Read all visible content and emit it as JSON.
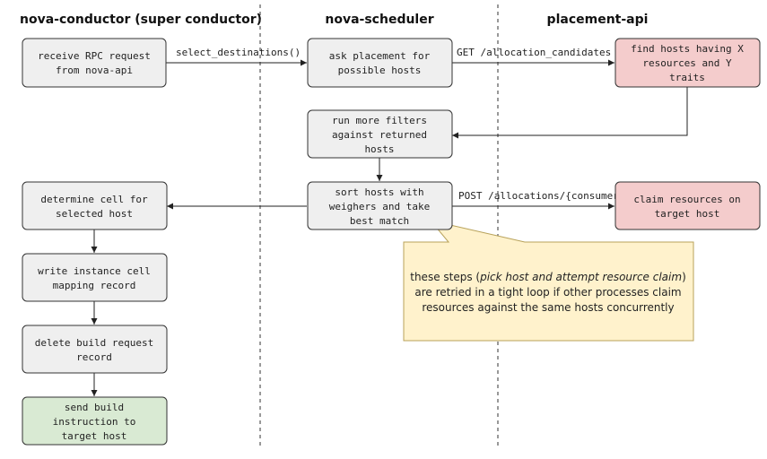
{
  "lanes": {
    "conductor": "nova-conductor (super conductor)",
    "scheduler": "nova-scheduler",
    "placement": "placement-api"
  },
  "nodes": {
    "receive_rpc": [
      "receive RPC request",
      "from nova-api"
    ],
    "ask_placement": [
      "ask placement for",
      "possible hosts"
    ],
    "find_hosts": [
      "find hosts having X",
      "resources and Y",
      "traits"
    ],
    "run_filters": [
      "run more filters",
      "against returned",
      "hosts"
    ],
    "sort_hosts": [
      "sort hosts with",
      "weighers and take",
      "best match"
    ],
    "claim_resources": [
      "claim resources on",
      "target host"
    ],
    "determine_cell": [
      "determine cell for",
      "selected host"
    ],
    "write_mapping": [
      "write instance cell",
      "mapping record"
    ],
    "delete_build_request": [
      "delete build request",
      "record"
    ],
    "send_build": [
      "send build",
      "instruction to",
      "target host"
    ]
  },
  "edge_labels": {
    "select_destinations": "select_destinations()",
    "get_candidates": "GET /allocation_candidates",
    "post_allocations": "POST /allocations/{consumer}"
  },
  "note": {
    "before": "these steps (",
    "emph": "pick host and attempt resource claim",
    "after": ")",
    "line2": "are retried in a tight loop if other processes claim",
    "line3": "resources against the same hosts concurrently"
  },
  "colors": {
    "node_default": "#efefef",
    "node_placement": "#f4cccc",
    "node_final": "#d9ead3",
    "note": "#fff2cc"
  }
}
